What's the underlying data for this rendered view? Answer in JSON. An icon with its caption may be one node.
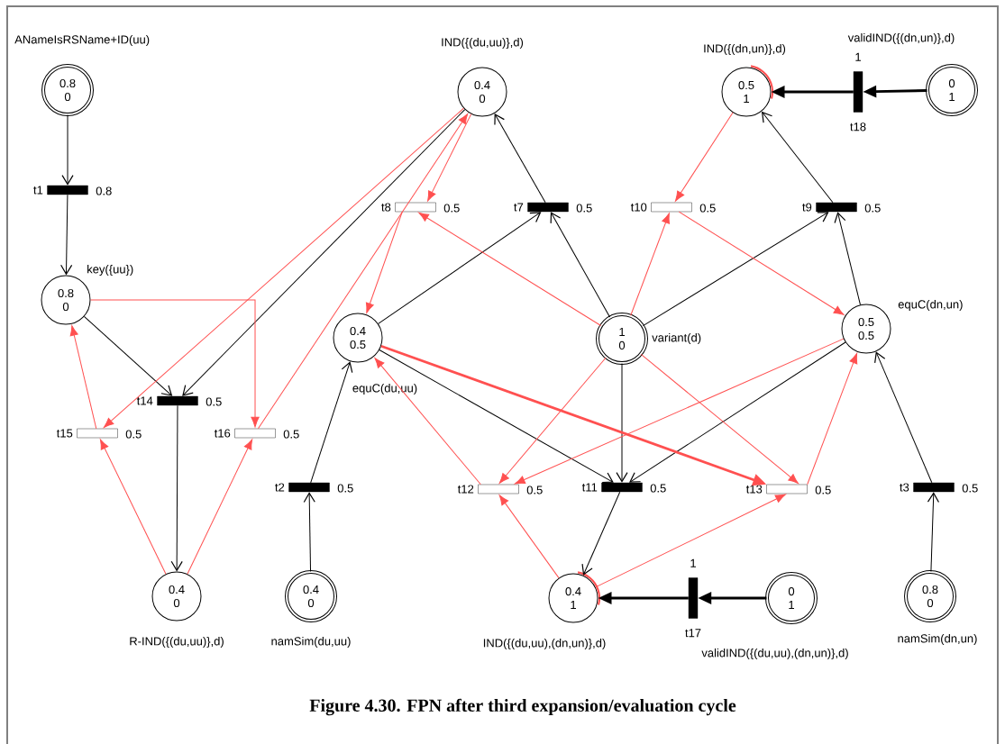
{
  "diagram": {
    "caption": "Figure 4.30.  FPN after third expansion/evaluation cycle",
    "nodes": [
      {
        "text": [
          "0.8",
          "0"
        ],
        "beside": [
          "ANameIsRSName+ID(uu)"
        ]
      },
      {
        "text": [
          "0.4",
          "0"
        ],
        "beside": [
          "IND({(du,uu)},d)"
        ]
      },
      {
        "text": [
          "0.5",
          "1"
        ],
        "beside": [
          "IND({(dn,un)},d)"
        ]
      },
      {
        "text": [
          "0",
          "1"
        ],
        "beside": [
          "validIND({(dn,un)},d)"
        ]
      },
      {
        "text": [
          "0.8",
          "0"
        ],
        "beside": [
          "key({uu})"
        ]
      },
      {
        "text": [
          "0.4",
          "0.5"
        ],
        "beside": [
          "equC(du,uu)"
        ]
      },
      {
        "text": [
          "1",
          "0"
        ],
        "beside": [
          "variant(d)"
        ]
      },
      {
        "text": [
          "0.5",
          "0.5"
        ],
        "beside": [
          "equC(dn,un)"
        ]
      },
      {
        "text": [
          "0.4",
          "0"
        ],
        "beside": [
          "R-IND({(du,uu)},d)"
        ]
      },
      {
        "text": [
          "0.4",
          "0"
        ],
        "beside": [
          "namSim(du,uu)"
        ]
      },
      {
        "text": [
          "0.4",
          "1"
        ],
        "beside": [
          "IND({(du,uu),(dn,un)},d)"
        ]
      },
      {
        "text": [
          "0",
          "1"
        ],
        "beside": [
          "validIND({(du,uu),(dn,un)},d)"
        ]
      },
      {
        "text": [
          "0.8",
          "0"
        ],
        "beside": [
          "namSim(dn,un)"
        ]
      },
      {
        "text": [],
        "shape": "bar",
        "beside": [
          "t1",
          "0.8"
        ]
      },
      {
        "text": [],
        "shape": "bar",
        "beside": [
          "1",
          "t18"
        ]
      },
      {
        "text": [],
        "shape": "box",
        "beside": [
          "t8",
          "0.5"
        ]
      },
      {
        "text": [],
        "shape": "bar",
        "beside": [
          "t7",
          "0.5"
        ]
      },
      {
        "text": [],
        "shape": "box",
        "beside": [
          "t10",
          "0.5"
        ]
      },
      {
        "text": [],
        "shape": "bar",
        "beside": [
          "t9",
          "0.5"
        ]
      },
      {
        "text": [],
        "shape": "bar",
        "beside": [
          "t14",
          "0.5"
        ]
      },
      {
        "text": [],
        "shape": "box",
        "beside": [
          "t15",
          "0.5"
        ]
      },
      {
        "text": [],
        "shape": "box",
        "beside": [
          "t16",
          "0.5"
        ]
      },
      {
        "text": [],
        "shape": "bar",
        "beside": [
          "t2",
          "0.5"
        ]
      },
      {
        "text": [],
        "shape": "box",
        "beside": [
          "t12",
          "0.5"
        ]
      },
      {
        "text": [],
        "shape": "bar",
        "beside": [
          "t11",
          "0.5"
        ]
      },
      {
        "text": [],
        "shape": "box",
        "beside": [
          "t13",
          "0.5"
        ]
      },
      {
        "text": [],
        "shape": "bar",
        "beside": [
          "t3",
          "0.5"
        ]
      },
      {
        "text": [],
        "shape": "bar",
        "beside": [
          "1",
          "t17"
        ]
      }
    ],
    "edges": [
      {
        "from": 0,
        "to": 13,
        "arrow": "to"
      },
      {
        "from": 13,
        "to": 4,
        "arrow": "to"
      },
      {
        "from": 4,
        "to": 19,
        "arrow": "to"
      },
      {
        "from": 1,
        "to": 19,
        "arrow": "to"
      },
      {
        "from": 19,
        "to": 8,
        "arrow": "to"
      },
      {
        "from": 9,
        "to": 22,
        "arrow": "to"
      },
      {
        "from": 22,
        "to": 5,
        "arrow": "to"
      },
      {
        "from": 5,
        "to": 16,
        "arrow": "to"
      },
      {
        "from": 16,
        "to": 1,
        "arrow": "to"
      },
      {
        "from": 6,
        "to": 16,
        "arrow": "to"
      },
      {
        "from": 6,
        "to": 18,
        "arrow": "to"
      },
      {
        "from": 18,
        "to": 2,
        "arrow": "to"
      },
      {
        "from": 7,
        "to": 18,
        "arrow": "to"
      },
      {
        "from": 3,
        "to": 14,
        "arrow": "to",
        "style": "thick"
      },
      {
        "from": 14,
        "to": 2,
        "arrow": "to",
        "style": "thick"
      },
      {
        "from": 5,
        "to": 24,
        "arrow": "to"
      },
      {
        "from": 6,
        "to": 24,
        "arrow": "to"
      },
      {
        "from": 7,
        "to": 24,
        "arrow": "to"
      },
      {
        "from": 24,
        "to": 10,
        "arrow": "to"
      },
      {
        "from": 11,
        "to": 27,
        "arrow": "to",
        "style": "thick"
      },
      {
        "from": 27,
        "to": 10,
        "arrow": "to",
        "style": "thick"
      },
      {
        "from": 12,
        "to": 26,
        "arrow": "to"
      },
      {
        "from": 26,
        "to": 7,
        "arrow": "to"
      },
      {
        "from": 4,
        "to": 21,
        "arrow": "to",
        "color": "#ff5050"
      },
      {
        "from": 1,
        "to": 20,
        "arrow": "to",
        "color": "#ff5050"
      },
      {
        "from": 8,
        "to": 20,
        "arrow": "to",
        "color": "#ff5050"
      },
      {
        "from": 8,
        "to": 21,
        "arrow": "to",
        "color": "#ff5050"
      },
      {
        "from": 20,
        "to": 4,
        "arrow": "to",
        "color": "#ff5050"
      },
      {
        "from": 21,
        "to": 1,
        "arrow": "to",
        "color": "#ff5050"
      },
      {
        "from": 1,
        "to": 15,
        "arrow": "to",
        "color": "#ff5050"
      },
      {
        "from": 15,
        "to": 5,
        "arrow": "to",
        "color": "#ff5050"
      },
      {
        "from": 6,
        "to": 15,
        "arrow": "to",
        "color": "#ff5050"
      },
      {
        "from": 2,
        "to": 17,
        "arrow": "to",
        "color": "#ff5050"
      },
      {
        "from": 6,
        "to": 17,
        "arrow": "to",
        "color": "#ff5050"
      },
      {
        "from": 17,
        "to": 7,
        "arrow": "to",
        "color": "#ff5050"
      },
      {
        "from": 6,
        "to": 23,
        "arrow": "to",
        "color": "#ff5050"
      },
      {
        "from": 7,
        "to": 23,
        "arrow": "to",
        "color": "#ff5050"
      },
      {
        "from": 23,
        "to": 5,
        "arrow": "to",
        "color": "#ff5050"
      },
      {
        "from": 10,
        "to": 23,
        "arrow": "to",
        "color": "#ff5050"
      },
      {
        "from": 5,
        "to": 25,
        "arrow": "to",
        "color": "#ff5050",
        "style": "thick"
      },
      {
        "from": 6,
        "to": 25,
        "arrow": "to",
        "color": "#ff5050"
      },
      {
        "from": 10,
        "to": 25,
        "arrow": "to",
        "color": "#ff5050"
      },
      {
        "from": 25,
        "to": 7,
        "arrow": "to",
        "color": "#ff5050"
      }
    ]
  }
}
